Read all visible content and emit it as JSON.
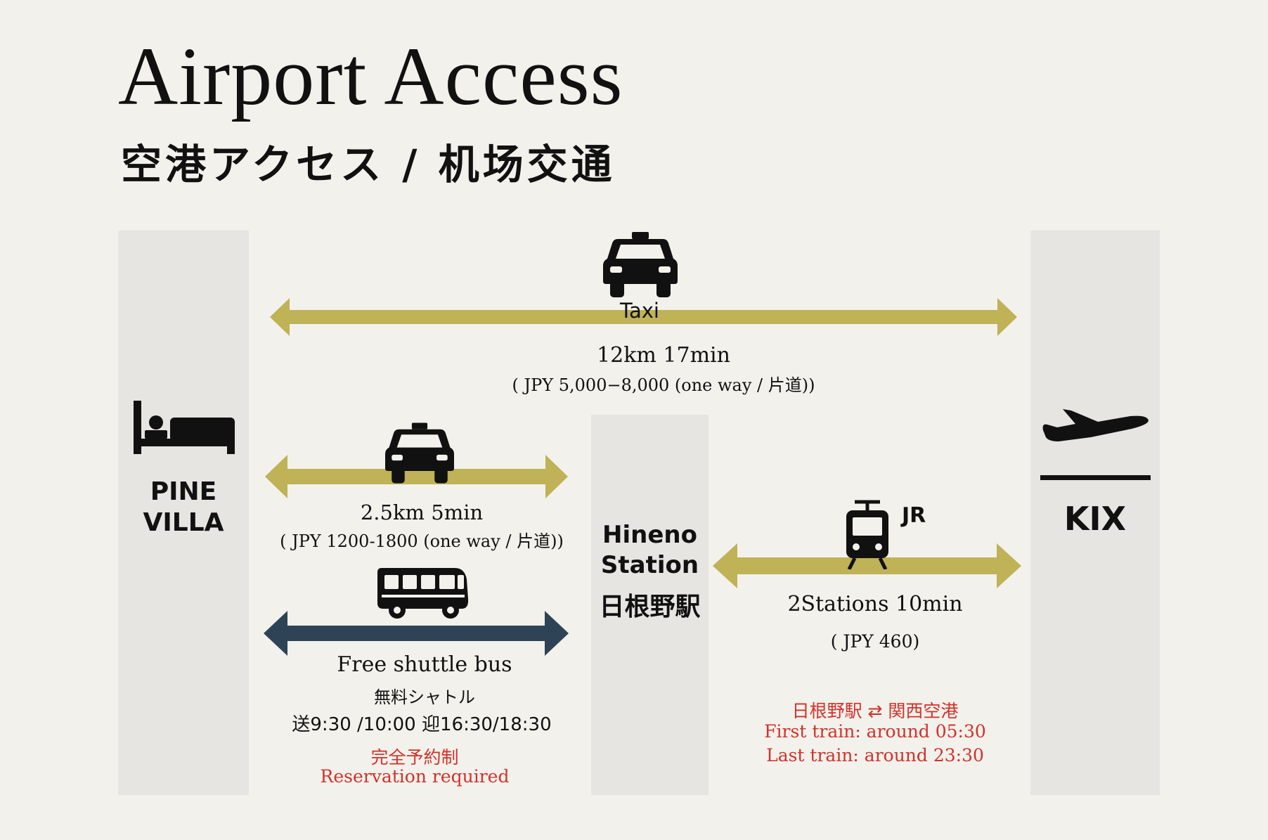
{
  "header": {
    "title": "Airport Access",
    "subtitle": "空港アクセス / 机场交通"
  },
  "locations": {
    "pine_villa": {
      "name_line1": "PINE",
      "name_line2": "VILLA",
      "icon": "bed-icon"
    },
    "hineno": {
      "name_line1": "Hineno",
      "name_line2": "Station",
      "name_jp": "日根野駅"
    },
    "kix": {
      "name": "KIX",
      "icon": "airplane-icon"
    }
  },
  "routes": {
    "taxi_direct": {
      "icon": "taxi-icon",
      "label": "Taxi",
      "distance_time": "12km 17min",
      "fare": "( JPY 5,000−8,000 (one way / 片道))"
    },
    "taxi_station": {
      "icon": "taxi-icon",
      "distance_time": "2.5km 5min",
      "fare": "( JPY 1200-1800 (one way / 片道))"
    },
    "shuttle": {
      "icon": "bus-icon",
      "label": "Free shuttle bus",
      "label_jp": "無料シャトル",
      "schedule": "送9:30 /10:00 迎16:30/18:30",
      "reservation_jp": "完全予約制",
      "reservation_en": "Reservation required"
    },
    "jr": {
      "icon": "train-icon",
      "label": "JR",
      "stations_time": "2Stations 10min",
      "fare": "( JPY 460)",
      "route_jp": "日根野駅 ⇄ 関西空港",
      "first_train": "First train: around 05:30",
      "last_train": "Last train: around 23:30"
    }
  },
  "colors": {
    "background": "#f3f1ec",
    "column": "#e6e5e2",
    "arrow_olive": "#bfb257",
    "arrow_navy": "#2e4456",
    "note_red": "#d0322a"
  }
}
